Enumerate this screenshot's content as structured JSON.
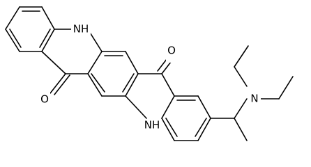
{
  "diagram": {
    "type": "chemical-structure",
    "atom_labels": {
      "nh_top": "NH",
      "nh_bottom": "NH",
      "o_top": "O",
      "o_bottom": "O",
      "n_amine": "N"
    }
  }
}
